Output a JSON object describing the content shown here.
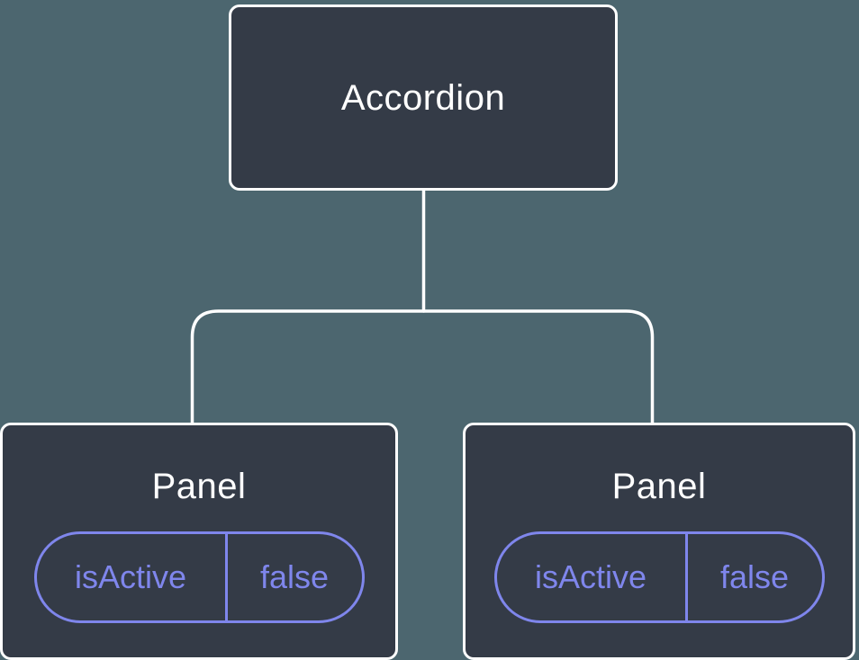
{
  "diagram": {
    "description": "Component tree diagram: Accordion parent with two Panel children, each with local state",
    "tree": {
      "root": {
        "label": "Accordion"
      },
      "children": [
        {
          "label": "Panel",
          "state": {
            "name": "isActive",
            "value": "false"
          }
        },
        {
          "label": "Panel",
          "state": {
            "name": "isActive",
            "value": "false"
          }
        }
      ]
    },
    "colors": {
      "background": "#4C666F",
      "node_fill": "#343B47",
      "node_border": "#FFFFFF",
      "connector": "#FFFFFF",
      "state_accent": "#7F86EC",
      "title_text": "#FFFFFF"
    }
  }
}
